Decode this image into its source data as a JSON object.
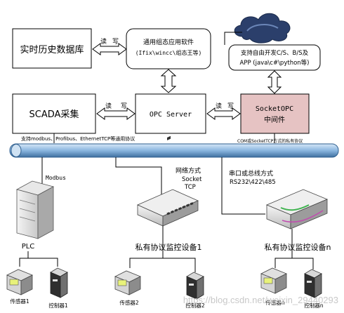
{
  "boxes": {
    "realtime_db": "实时历史数据库",
    "config_software_line1": "通用组态应用软件",
    "config_software_line2": "(Ifix\\wincc\\组态王等)",
    "scada": "SCADA采集",
    "opc_server": "OPC Server",
    "socketopc_line1": "SocketOPC",
    "socketopc_line2": "中间件",
    "custom_dev_line1": "支持自由开发C/S、B/S及",
    "custom_dev_line2": "APP (java\\c#\\python等)"
  },
  "connector_labels": {
    "read": "读",
    "write": "写"
  },
  "bus": {
    "left_label": "支持modbus、Profibus、EthernetTCP等通用协议",
    "right_label": "COM或SocketTCP方式的私有协议"
  },
  "branches": {
    "modbus": "Modbus",
    "network_line1": "网络方式",
    "network_line2": "Socket",
    "network_line3": "TCP",
    "serial_line1": "串口或总线方式",
    "serial_line2": "RS232\\422\\485"
  },
  "devices": {
    "plc": "PLC",
    "monitor1": "私有协议监控设备1",
    "monitorn": "私有协议监控设备n",
    "sensor1": "传感器1",
    "controller1": "控制器1",
    "sensor2": "传感器2",
    "controller2": "控制器2",
    "sensorn": "传感器n",
    "controllern": "控制器n"
  },
  "watermark": "https://blog.csdn.net/weixin_29440293",
  "colors": {
    "socketopc_fill": "#e6c3c3",
    "bus_fill": "#9dc3e6",
    "bus_stroke": "#2f5f8f",
    "cloud": "#2b3f6b",
    "arrow_fill": "#ffffff"
  }
}
